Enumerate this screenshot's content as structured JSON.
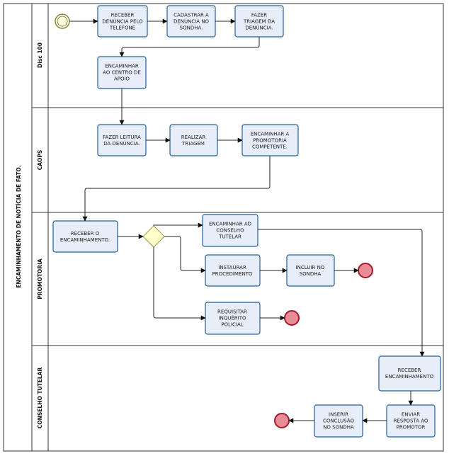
{
  "pool": {
    "label": "ENCAMINHAMENTO DE NOTÍCIA DE FATO."
  },
  "lanes": [
    {
      "id": "disc",
      "label": "Disc 100"
    },
    {
      "id": "caops",
      "label": "CAOPS"
    },
    {
      "id": "promotoria",
      "label": "PROMOTORIA"
    },
    {
      "id": "conselho",
      "label": "CONSELHO TUTELAR"
    }
  ],
  "tasks": {
    "receber_denuncia": [
      "RECEBER",
      "DENÚNCIA PELO",
      "TELEFONE"
    ],
    "cadastrar": [
      "CADASTRAR A",
      "DENÚNCIA NO",
      "SONDHA."
    ],
    "fazer_triagem": [
      "FAZER",
      "TRIAGEM DA",
      "DENÚNCIA."
    ],
    "encaminhar_centro": [
      "ENCAMINHAR",
      "AO CENTRO DE",
      "APOIO"
    ],
    "fazer_leitura": [
      "FAZER LEITURA",
      "DA DENÚNCIA."
    ],
    "realizar_triagem": [
      "REALIZAR",
      "TRIAGEM"
    ],
    "encaminhar_promotoria": [
      "ENCAMINHAR A",
      "PROMOTORIA",
      "COMPETENTE."
    ],
    "receber_encaminhamento_p": [
      "RECEBER O",
      "ENCAMINHAMENTO."
    ],
    "encaminhar_conselho": [
      "ENCAMINHAR AO",
      "CONSELHO",
      "TUTELAR"
    ],
    "instaurar": [
      "INSTAURAR",
      "PROCEDIMENTO"
    ],
    "incluir_sondha": [
      "INCLUIR NO",
      "SONDHA"
    ],
    "requisitar": [
      "REQUISITAR",
      "INQUÉRITO",
      "POLICIAL"
    ],
    "receber_encaminhamento_c": [
      "RECEBER",
      "ENCAMINHAMENTO"
    ],
    "enviar_resposta": [
      "ENVIAR",
      "RESPOSTA AO",
      "PROMOTOR"
    ],
    "inserir_conclusao": [
      "INSERIR",
      "CONCLUSÃO",
      "NO SONDHA"
    ]
  },
  "colors": {
    "task_fill": "#e8eef9",
    "task_stroke": "#1f5e9e",
    "gateway_fill": "#fefec8",
    "end_fill": "#e88c96",
    "end_stroke": "#a11a2a",
    "start_stroke": "#8a8a3a"
  }
}
